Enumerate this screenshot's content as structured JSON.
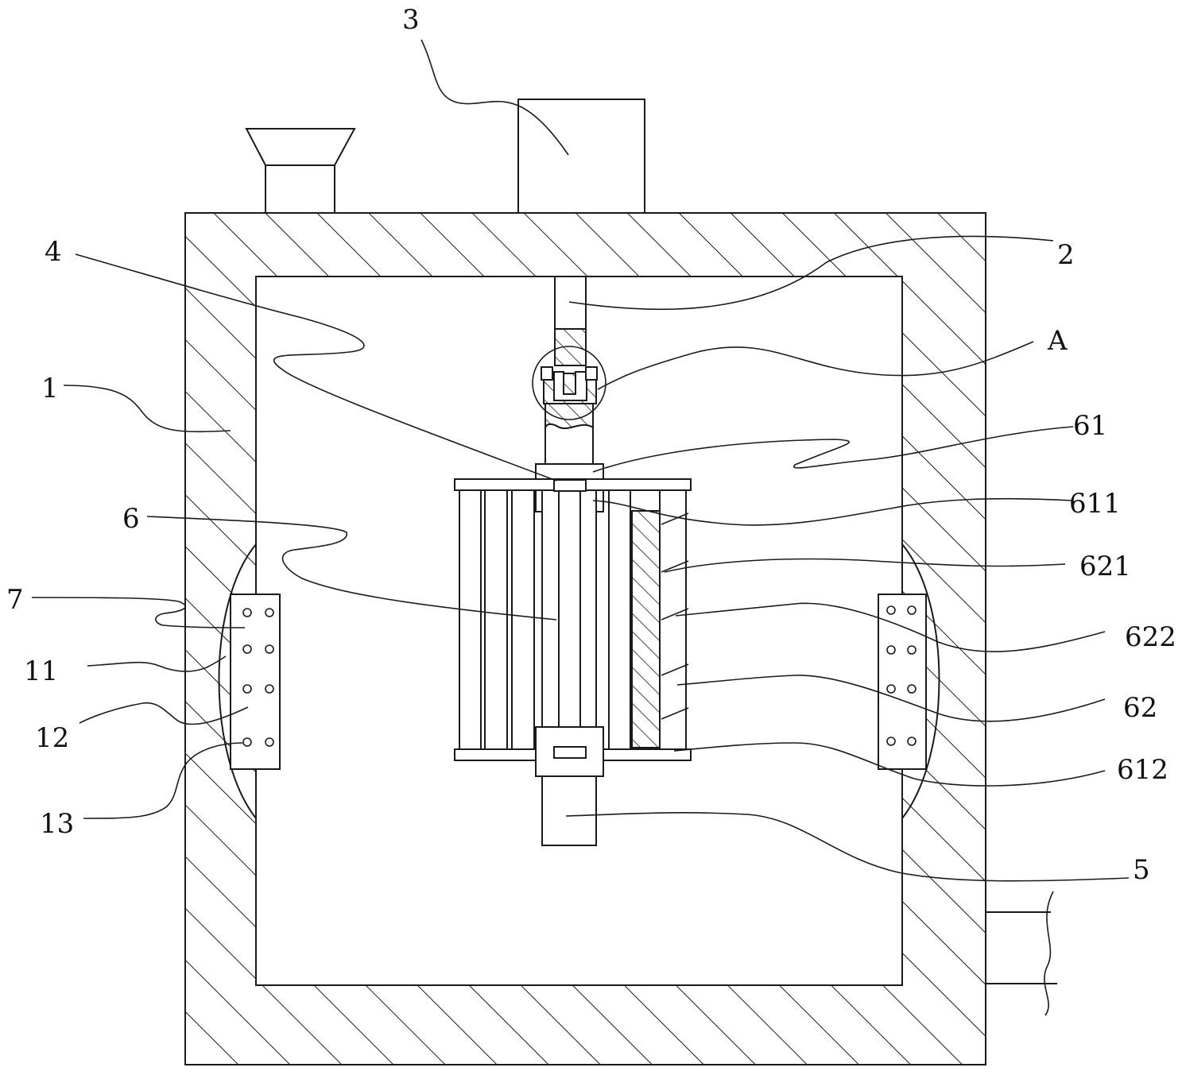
{
  "labels": {
    "l1": "1",
    "l2": "2",
    "l3": "3",
    "l4": "4",
    "l5": "5",
    "l6": "6",
    "l7": "7",
    "l11": "11",
    "l12": "12",
    "l13": "13",
    "l61": "61",
    "l62": "62",
    "l611": "611",
    "l612": "612",
    "l621": "621",
    "l622": "622",
    "lA": "A"
  }
}
